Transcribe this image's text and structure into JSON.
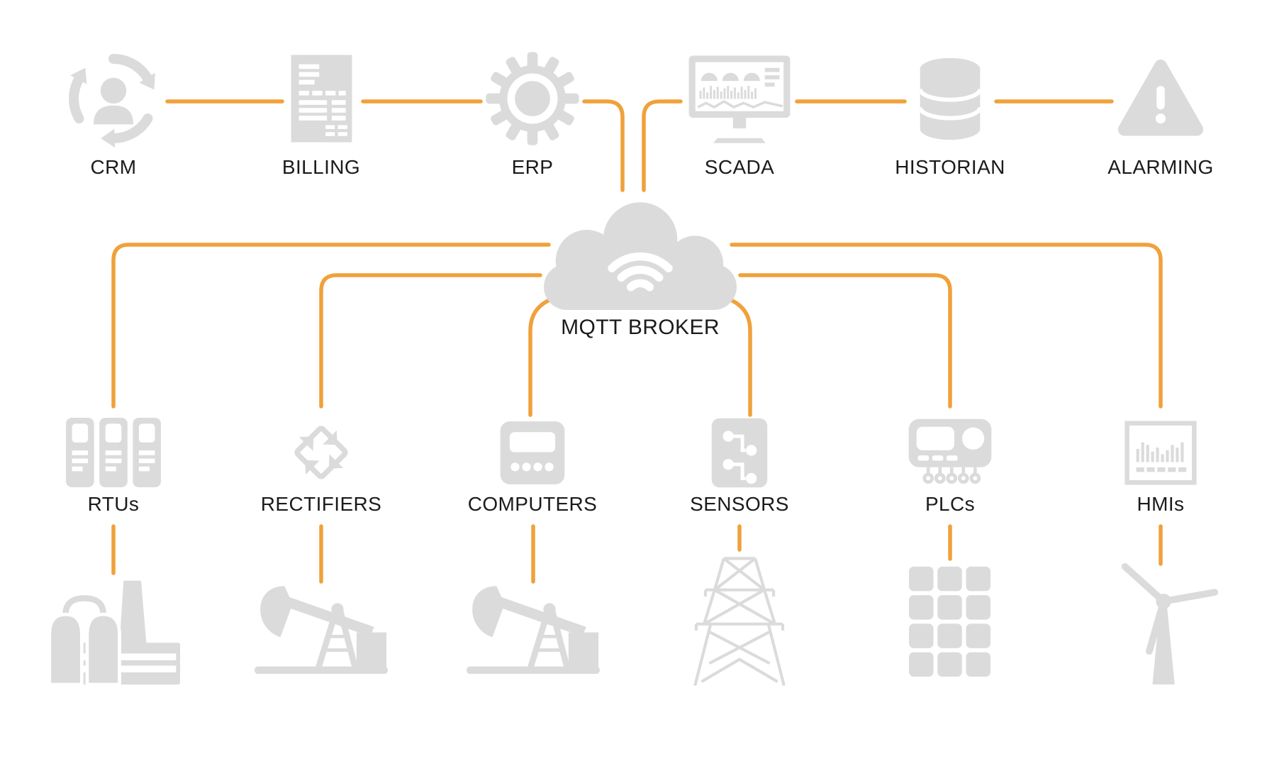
{
  "colors": {
    "accent_orange": "#F0A13A",
    "icon_gray": "#DBDBDB",
    "label_text": "#1B1B1B",
    "background": "#FFFFFF"
  },
  "top_row": [
    {
      "label": "CRM",
      "icon": "crm-user-sync-icon"
    },
    {
      "label": "BILLING",
      "icon": "billing-invoice-icon"
    },
    {
      "label": "ERP",
      "icon": "erp-gear-icon"
    },
    {
      "label": "SCADA",
      "icon": "scada-monitor-icon"
    },
    {
      "label": "HISTORIAN",
      "icon": "historian-database-icon"
    },
    {
      "label": "ALARMING",
      "icon": "alarming-warning-icon"
    }
  ],
  "broker": {
    "label": "MQTT BROKER",
    "icon": "mqtt-broker-cloud-wifi-icon"
  },
  "device_row": [
    {
      "label": "RTUs",
      "icon": "rtu-cabinets-icon",
      "field_icon": "factory-refinery-icon"
    },
    {
      "label": "RECTIFIERS",
      "icon": "rectifier-diamond-arrows-icon",
      "field_icon": "oil-pumpjack-icon"
    },
    {
      "label": "COMPUTERS",
      "icon": "computer-terminal-icon",
      "field_icon": "oil-pumpjack-icon"
    },
    {
      "label": "SENSORS",
      "icon": "sensor-circuit-icon",
      "field_icon": "transmission-tower-icon"
    },
    {
      "label": "PLCs",
      "icon": "plc-controller-icon",
      "field_icon": "solar-panel-icon"
    },
    {
      "label": "HMIs",
      "icon": "hmi-panel-icon",
      "field_icon": "wind-turbine-icon"
    }
  ]
}
